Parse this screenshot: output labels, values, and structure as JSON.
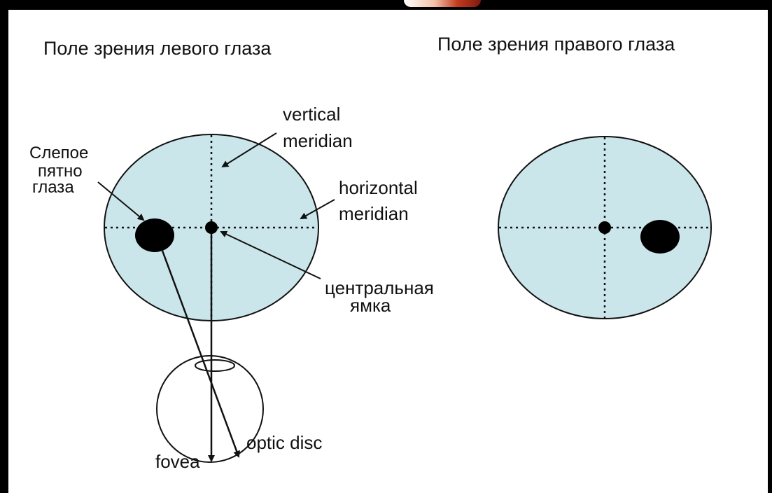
{
  "left_field": {
    "title": "Поле зрения левого глаза",
    "labels": {
      "vertical_meridian_line1": "vertical",
      "vertical_meridian_line2": "meridian",
      "horizontal_meridian_line1": "horizontal",
      "horizontal_meridian_line2": "meridian",
      "blind_spot_line1": "Слепое",
      "blind_spot_line2": "пятно",
      "blind_spot_line3": "глаза",
      "central_fovea_line1": "центральная",
      "central_fovea_line2": "ямка",
      "fovea": "fovea",
      "optic_disc": "optic disc"
    }
  },
  "right_field": {
    "title": "Поле зрения правого глаза"
  },
  "colors": {
    "field_fill": "#cbe6eb",
    "outline": "#111111",
    "spot": "#000000",
    "background": "#ffffff",
    "frame": "#000000"
  },
  "icons": [
    "eyeball-icon",
    "lens-icon",
    "blind-spot-icon",
    "fixation-point-icon"
  ]
}
